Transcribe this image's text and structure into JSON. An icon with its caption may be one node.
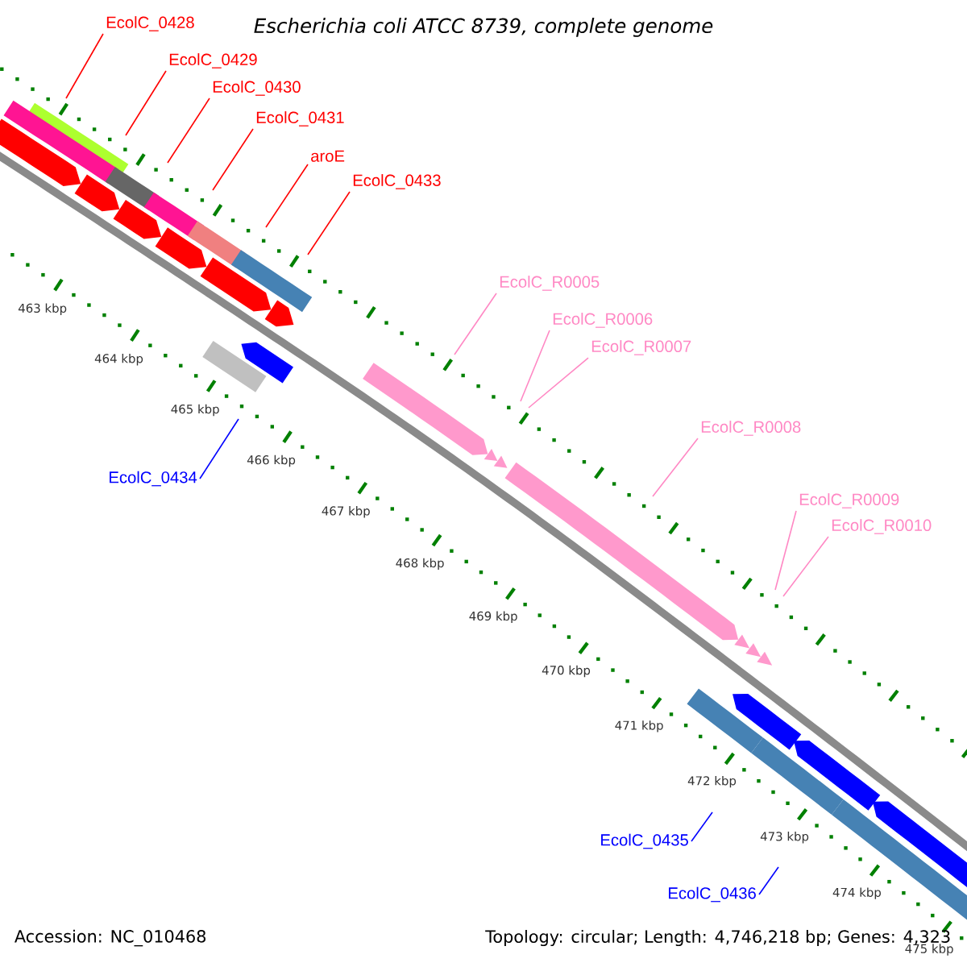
{
  "diagram": {
    "title": "Escherichia coli ATCC 8739, complete genome",
    "nodes": [
      {
        "text": [
          "EcolC_0428"
        ]
      },
      {
        "text": [
          "EcolC_0429"
        ]
      },
      {
        "text": [
          "EcolC_0430"
        ]
      },
      {
        "text": [
          "EcolC_0431"
        ]
      },
      {
        "text": [
          "aroE"
        ]
      },
      {
        "text": [
          "EcolC_0433"
        ]
      },
      {
        "text": [
          "EcolC_R0005"
        ]
      },
      {
        "text": [
          "EcolC_R0006"
        ]
      },
      {
        "text": [
          "EcolC_R0007"
        ]
      },
      {
        "text": [
          "EcolC_R0008"
        ]
      },
      {
        "text": [
          "EcolC_R0009"
        ]
      },
      {
        "text": [
          "EcolC_R0010"
        ]
      },
      {
        "text": [
          "EcolC_0434"
        ]
      },
      {
        "text": [
          "EcolC_0435"
        ]
      },
      {
        "text": [
          "EcolC_0436"
        ]
      }
    ],
    "edges": [
      {
        "from": 0,
        "to": null,
        "arrow": "none"
      },
      {
        "from": 1,
        "to": null,
        "arrow": "none"
      },
      {
        "from": 2,
        "to": null,
        "arrow": "none"
      },
      {
        "from": 3,
        "to": null,
        "arrow": "none"
      },
      {
        "from": 4,
        "to": null,
        "arrow": "none"
      },
      {
        "from": 5,
        "to": null,
        "arrow": "none"
      },
      {
        "from": 6,
        "to": null,
        "arrow": "none",
        "color": "#ff88c4"
      },
      {
        "from": 7,
        "to": null,
        "arrow": "none",
        "color": "#ff88c4"
      },
      {
        "from": 8,
        "to": null,
        "arrow": "none",
        "color": "#ff88c4"
      },
      {
        "from": 9,
        "to": null,
        "arrow": "none",
        "color": "#ff88c4"
      },
      {
        "from": 10,
        "to": null,
        "arrow": "none",
        "color": "#ff88c4"
      },
      {
        "from": 11,
        "to": null,
        "arrow": "none",
        "color": "#ff88c4"
      },
      {
        "from": 12,
        "to": null,
        "arrow": "none",
        "color": "#0000ff"
      },
      {
        "from": 13,
        "to": null,
        "arrow": "none",
        "color": "#0000ff"
      },
      {
        "from": 14,
        "to": null,
        "arrow": "none",
        "color": "#0000ff"
      }
    ],
    "labels": [
      "463 kbp",
      "464 kbp",
      "465 kbp",
      "466 kbp",
      "467 kbp",
      "468 kbp",
      "469 kbp",
      "470 kbp",
      "471 kbp",
      "472 kbp",
      "473 kbp",
      "474 kbp",
      "475 kbp",
      "Accession: NC_010468",
      "Topology: circular; Length: 4,746,218 bp; Genes: 4,323"
    ]
  }
}
